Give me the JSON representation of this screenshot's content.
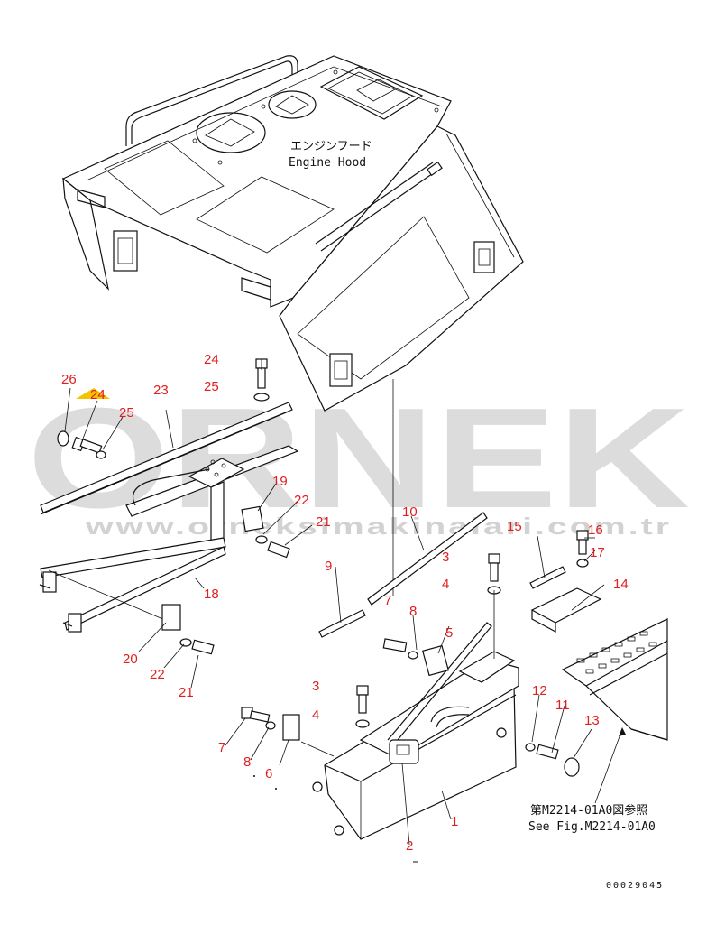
{
  "watermark": {
    "brand": "ORNEK",
    "url": "www.orneksimakinalari.com.tr",
    "accent_color": "#f5c400"
  },
  "hood": {
    "label_jp": "エンジンフード",
    "label_en": "Engine Hood"
  },
  "reference": {
    "jp": "第M2214-01A0図参照",
    "en": "See Fig.M2214-01A0"
  },
  "drawing_number": "00029045",
  "callouts": [
    "26",
    "24",
    "25",
    "23",
    "24",
    "25",
    "19",
    "22",
    "21",
    "18",
    "20",
    "22",
    "21",
    "10",
    "3",
    "9",
    "7",
    "8",
    "5",
    "4",
    "3",
    "4",
    "7",
    "8",
    "6",
    "2",
    "1",
    "15",
    "16",
    "17",
    "14",
    "12",
    "11",
    "13"
  ]
}
